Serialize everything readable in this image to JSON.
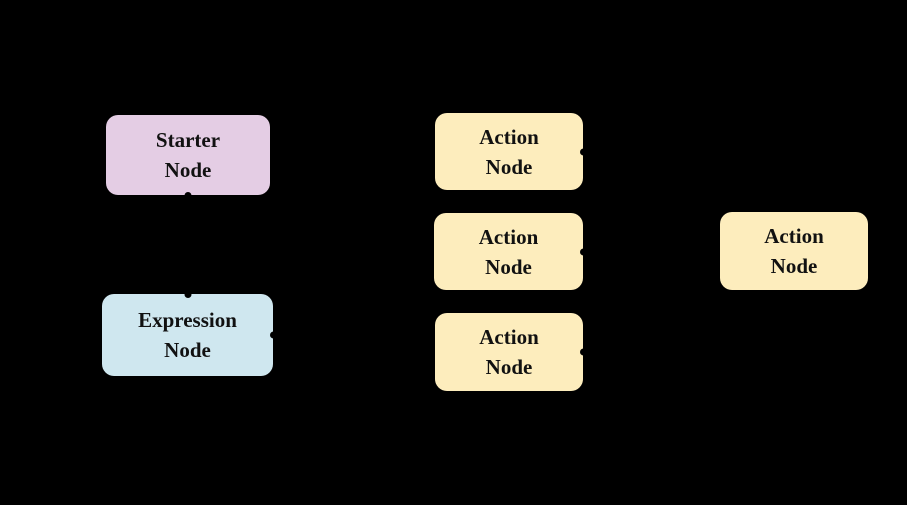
{
  "diagram": {
    "background": "#000000",
    "text_color": "#111111",
    "handle_color": "#000000",
    "nodes": [
      {
        "id": "starter-node",
        "label": "Starter\nNode",
        "fill": "#e4cde4",
        "handles": [
          "bottom"
        ]
      },
      {
        "id": "expression-node",
        "label": "Expression\nNode",
        "fill": "#cfe7ef",
        "handles": [
          "top",
          "right"
        ]
      },
      {
        "id": "action-node-1",
        "label": "Action\nNode",
        "fill": "#fdedbd",
        "handles": [
          "right"
        ]
      },
      {
        "id": "action-node-2",
        "label": "Action\nNode",
        "fill": "#fdedbd",
        "handles": [
          "right"
        ]
      },
      {
        "id": "action-node-3",
        "label": "Action\nNode",
        "fill": "#fdedbd",
        "handles": [
          "right"
        ]
      },
      {
        "id": "action-node-4",
        "label": "Action\nNode",
        "fill": "#fdedbd",
        "handles": []
      }
    ]
  }
}
